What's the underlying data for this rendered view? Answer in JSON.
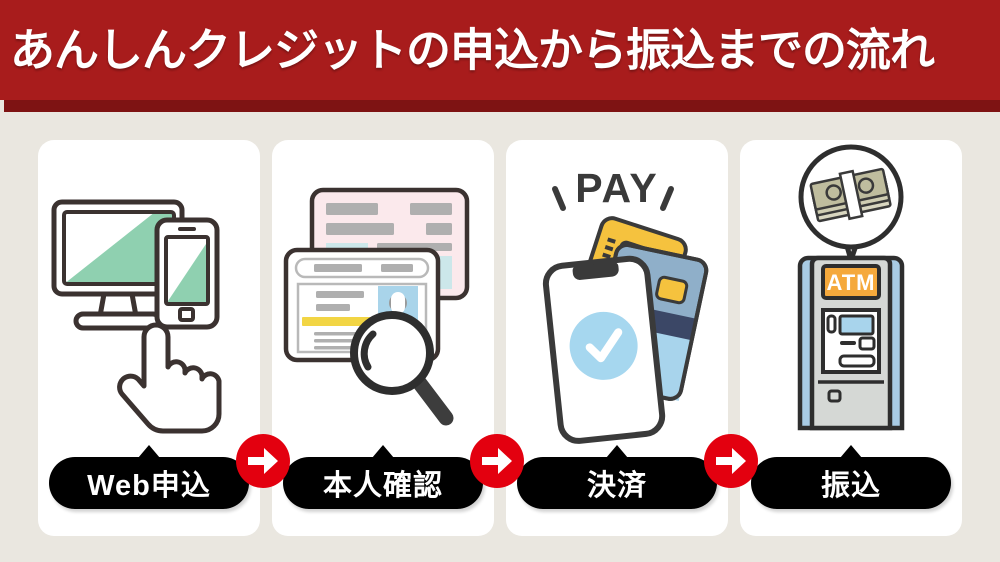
{
  "banner": {
    "title": "あんしんクレジットの申込から振込までの流れ",
    "bg_color": "#A81C1C",
    "shadow_color": "#7E1313",
    "text_color": "#FFFFFF"
  },
  "page": {
    "background_color": "#EAE7E0",
    "card_background_color": "#FFFFFF"
  },
  "flow": {
    "arrow_color": "#E3000F",
    "arrow_icon": "right-arrow-icon",
    "steps": [
      {
        "id": "step-web-application",
        "label": "Web申込",
        "illustration": "monitor-smartphone-pointing-hand-icon",
        "accent_color": "#8FD0B0"
      },
      {
        "id": "step-identity-verification",
        "label": "本人確認",
        "illustration": "id-cards-magnifier-icon",
        "accent_color": "#F7CF3F"
      },
      {
        "id": "step-payment",
        "label": "決済",
        "illustration": "smartphone-credit-cards-pay-icon",
        "pay_text": "PAY",
        "accent_color": "#A6D7EF"
      },
      {
        "id": "step-transfer",
        "label": "振込",
        "illustration": "atm-cash-bubble-icon",
        "atm_text": "ATM",
        "accent_color": "#F5A93C"
      }
    ]
  }
}
